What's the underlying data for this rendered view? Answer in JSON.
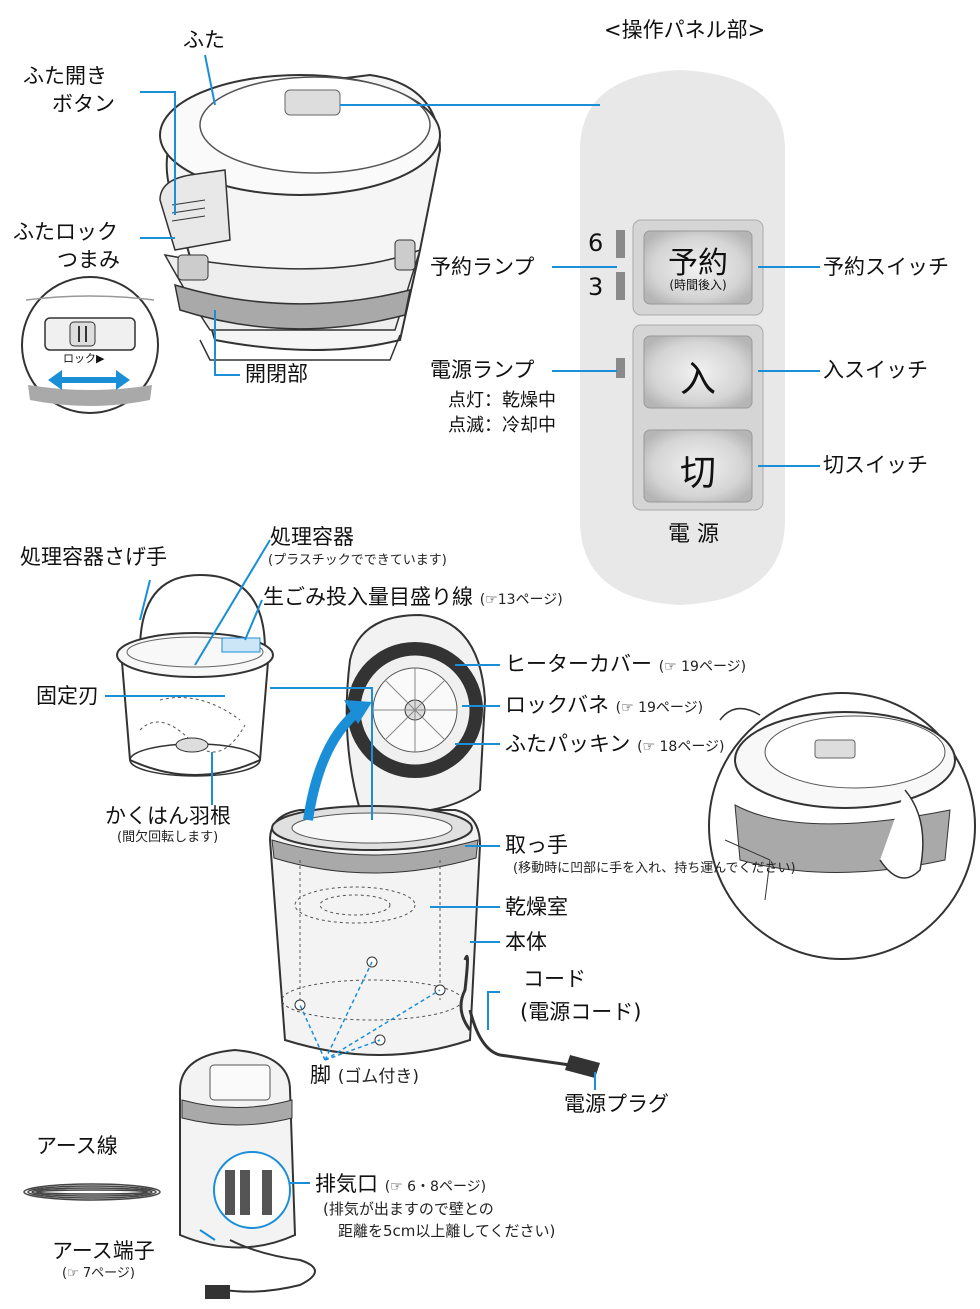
{
  "panel": {
    "title": "<操作パネル部>",
    "digit_6": "6",
    "digit_3": "3",
    "yoyaku_btn": "予約",
    "yoyaku_btn_sub": "(時間後入)",
    "iri_btn": "入",
    "kiri_btn": "切",
    "dengen": "電 源"
  },
  "labels": {
    "futa": "ふた",
    "futa_open_1": "ふた開き",
    "futa_open_2": "ボタン",
    "futa_lock_1": "ふたロック",
    "futa_lock_2": "つまみ",
    "lock_small": "ロック▶",
    "kaiheibu": "開閉部",
    "yoyaku_lamp": "予約ランプ",
    "yoyaku_switch": "予約スイッチ",
    "dengen_lamp": "電源ランプ",
    "tento": "点灯：乾燥中",
    "tenmetsu": "点滅：冷却中",
    "iri_switch": "入スイッチ",
    "kiri_switch": "切スイッチ",
    "shori_youki": "処理容器",
    "shori_youki_sub": "(プラスチックでできています)",
    "sagete": "処理容器さげ手",
    "namagomi": "生ごみ投入量目盛り線",
    "namagomi_ref": "(☞13ページ)",
    "koteiba": "固定刃",
    "kakuhan": "かくはん羽根",
    "kakuhan_sub": "(間欠回転します)",
    "heater": "ヒーターカバー",
    "heater_ref": "(☞ 19ページ)",
    "lockbane": "ロックバネ",
    "lockbane_ref": "(☞ 19ページ)",
    "packing": "ふたパッキン",
    "packing_ref": "(☞ 18ページ)",
    "totte": "取っ手",
    "totte_sub": "(移動時に凹部に手を入れ、持ち運んでください)",
    "kansoushitsu": "乾燥室",
    "hontai": "本体",
    "cord_1": "コード",
    "cord_2": "(電源コード)",
    "ashi": "脚",
    "ashi_sub": "(ゴム付き)",
    "plug": "電源プラグ",
    "earth_sen": "アース線",
    "haiki": "排気口",
    "haiki_ref": "(☞ 6・8ページ)",
    "haiki_sub_1": "(排気が出ますので壁との",
    "haiki_sub_2": "距離を5cm以上離してください)",
    "earth_tanshi": "アース端子",
    "earth_tanshi_ref": "(☞ 7ページ)"
  },
  "colors": {
    "leader": "#1a8fd8",
    "panel_bg": "#e8e8e8",
    "lamp": "#8a8a8a",
    "body_fill": "#f3f3f3",
    "band": "#a9a9a9"
  }
}
